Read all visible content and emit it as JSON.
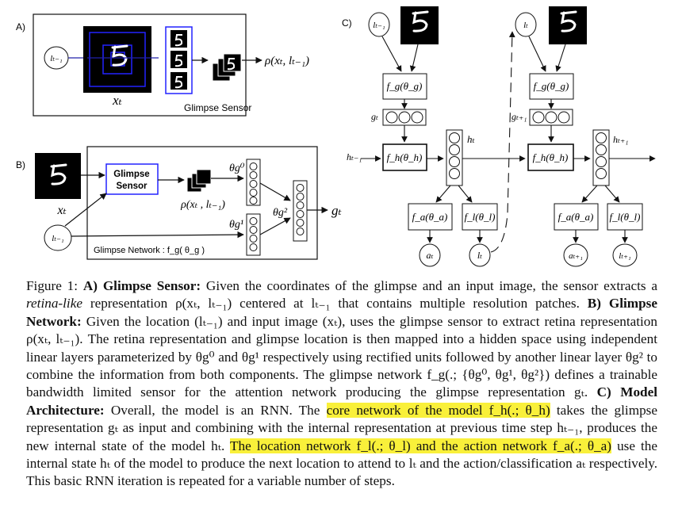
{
  "figure": {
    "panel_a": {
      "label": "A)",
      "input_label": "lₜ₋₁",
      "image_label": "xₜ",
      "output_label": "ρ(xₜ, lₜ₋₁)",
      "sensor_label": "Glimpse Sensor",
      "digit": "5"
    },
    "panel_b": {
      "label": "B)",
      "image_label": "xₜ",
      "sensor_box_line1": "Glimpse",
      "sensor_box_line2": "Sensor",
      "rho_label": "ρ(xₜ , lₜ₋₁)",
      "theta0": "θg⁰",
      "theta1": "θg¹",
      "theta2": "θg²",
      "output_label": "gₜ",
      "loc_label": "lₜ₋₁",
      "network_label": "Glimpse Network : f_g( θ_g )"
    },
    "panel_c": {
      "label": "C)",
      "loc_prev": "lₜ₋₁",
      "loc_curr": "lₜ",
      "fg": "f_g(θ_g)",
      "g_t": "gₜ",
      "g_t1": "gₜ₊₁",
      "h_prev": "hₜ₋₁",
      "h_t": "hₜ",
      "h_t1": "hₜ₊₁",
      "fh": "f_h(θ_h)",
      "fa": "f_a(θ_a)",
      "fl": "f_l(θ_l)",
      "a_t": "aₜ",
      "l_t": "lₜ",
      "a_t1": "aₜ₊₁",
      "l_t1": "lₜ₊₁"
    }
  },
  "caption": {
    "figure_label": "Figure 1:",
    "a_title": "A) Glimpse Sensor:",
    "a_text_1": " Given the coordinates of the glimpse and an input image, the sensor extracts a ",
    "a_retina": "retina-like",
    "a_text_2": " representation ρ(xₜ, lₜ₋₁) centered at lₜ₋₁ that contains multiple resolution patches. ",
    "b_title": "B) Glimpse Network:",
    "b_text": " Given the location (lₜ₋₁) and input image (xₜ), uses the glimpse sensor to extract retina representation ρ(xₜ, lₜ₋₁). The retina representation and glimpse location is then mapped into a hidden space using independent linear layers parameterized by θg⁰ and θg¹ respectively using rectified units followed by another linear layer θg² to combine the information from both components. The glimpse network f_g(.; {θg⁰, θg¹, θg²}) defines a trainable bandwidth limited sensor for the attention network producing the glimpse representation gₜ. ",
    "c_title": "C) Model Architecture:",
    "c_text_1": " Overall, the model is an RNN. The ",
    "c_hl_1": "core network of the model f_h(.; θ_h)",
    "c_text_2": " takes the glimpse representation gₜ as input and combining with the internal representation at previous time step hₜ₋₁, produces the new internal state of the model hₜ. ",
    "c_hl_2": "The location network f_l(.; θ_l) and the action network f_a(.; θ_a)",
    "c_text_3": " use the internal state hₜ of the model to produce the next location to attend to lₜ and the action/classification aₜ respectively. This basic RNN iteration is repeated for a variable number of steps."
  }
}
